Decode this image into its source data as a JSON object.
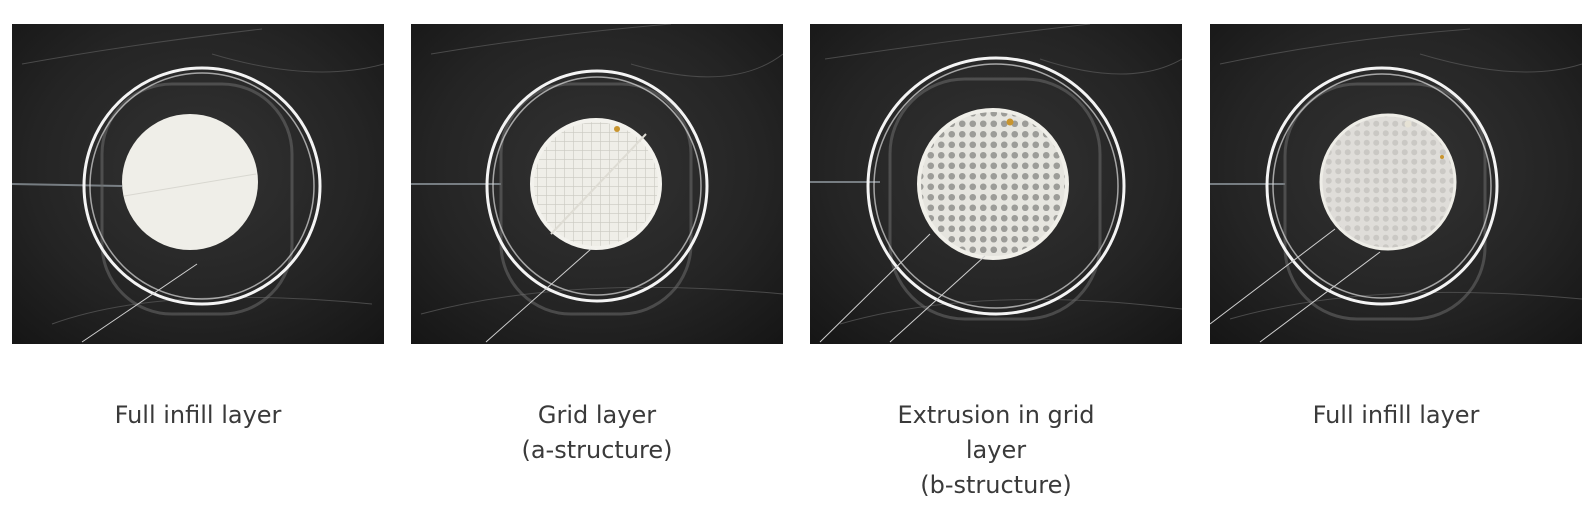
{
  "panels": [
    {
      "variant": "solid",
      "caption_lines": [
        "Full infill layer"
      ]
    },
    {
      "variant": "grid",
      "caption_lines": [
        "Grid layer",
        "(a-structure)"
      ]
    },
    {
      "variant": "dots",
      "caption_lines": [
        "Extrusion in grid",
        "layer",
        "(b-structure)"
      ]
    },
    {
      "variant": "dots-faint",
      "caption_lines": [
        "Full infill layer"
      ]
    }
  ],
  "colors": {
    "bed": "#1e1e1e",
    "bed_light": "#2e2e2e",
    "filament": "#ecebe4",
    "caption": "#3a3a3a"
  }
}
